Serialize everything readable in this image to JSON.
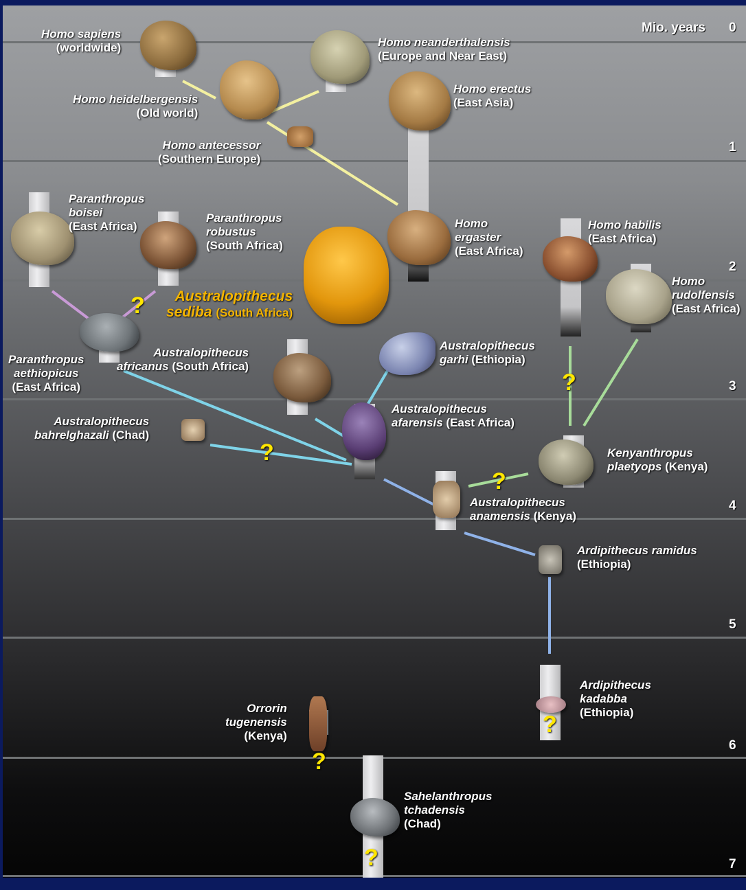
{
  "scale": {
    "title": "Mio. years",
    "ticks": [
      "0",
      "1",
      "2",
      "3",
      "4",
      "5",
      "6",
      "7"
    ]
  },
  "species": {
    "homo_sapiens": {
      "name": "Homo sapiens",
      "region": "(worldwide)"
    },
    "homo_neanderthalensis": {
      "name": "Homo neanderthalensis",
      "region": "(Europe and Near East)"
    },
    "homo_heidelbergensis": {
      "name": "Homo heidelbergensis",
      "region": "(Old world)"
    },
    "homo_erectus": {
      "name": "Homo erectus",
      "region": "(East Asia)"
    },
    "homo_antecessor": {
      "name": "Homo antecessor",
      "region": "(Southern Europe)"
    },
    "paranthropus_boisei": {
      "name_1": "Paranthropus",
      "name_2": "boisei",
      "region": "(East Africa)"
    },
    "paranthropus_robustus": {
      "name_1": "Paranthropus",
      "name_2": "robustus",
      "region": "(South Africa)"
    },
    "australopithecus_sediba": {
      "name_1": "Australopithecus",
      "name_2": "sediba",
      "region": "(South Africa)"
    },
    "homo_ergaster": {
      "name_1": "Homo",
      "name_2": "ergaster",
      "region": "(East Africa)"
    },
    "homo_habilis": {
      "name": "Homo habilis",
      "region": "(East Africa)"
    },
    "homo_rudolfensis": {
      "name_1": "Homo",
      "name_2": "rudolfensis",
      "region": "(East Africa)"
    },
    "paranthropus_aethiopicus": {
      "name_1": "Paranthropus",
      "name_2": "aethiopicus",
      "region": "(East Africa)"
    },
    "australopithecus_africanus": {
      "name_1": "Australopithecus",
      "name_2": "africanus",
      "region": "(South Africa)"
    },
    "australopithecus_garhi": {
      "name_1": "Australopithecus",
      "name_2": "garhi",
      "region": "(Ethiopia)"
    },
    "australopithecus_bahrelghazali": {
      "name_1": "Australopithecus",
      "name_2": "bahrelghazali",
      "region": "(Chad)"
    },
    "australopithecus_afarensis": {
      "name_1": "Australopithecus",
      "name_2": "afarensis",
      "region": "(East Africa)"
    },
    "kenyanthropus_platyops": {
      "name_1": "Kenyanthropus",
      "name_2": "plaetyops",
      "region": "(Kenya)"
    },
    "australopithecus_anamensis": {
      "name_1": "Australopithecus",
      "name_2": "anamensis",
      "region": "(Kenya)"
    },
    "ardipithecus_ramidus": {
      "name": "Ardipithecus ramidus",
      "region": "(Ethiopia)"
    },
    "ardipithecus_kadabba": {
      "name_1": "Ardipithecus",
      "name_2": "kadabba",
      "region": "(Ethiopia)"
    },
    "orrorin_tugenensis": {
      "name_1": "Orrorin",
      "name_2": "tugenensis",
      "region": "(Kenya)"
    },
    "sahelanthropus_tchadensis": {
      "name_1": "Sahelanthropus",
      "name_2": "tchadensis",
      "region": "(Chad)"
    }
  },
  "uncertainty_mark": "?",
  "colors": {
    "homo_line": "#f3f0a0",
    "australopith_line": "#7fd3e8",
    "paranthropus_line": "#c89ad6",
    "kenyanthropus_line": "#a8dc9a",
    "ardipith_line": "#8fb2e8",
    "question_mark": "#ffe600",
    "sediba_label": "#f4b400"
  }
}
